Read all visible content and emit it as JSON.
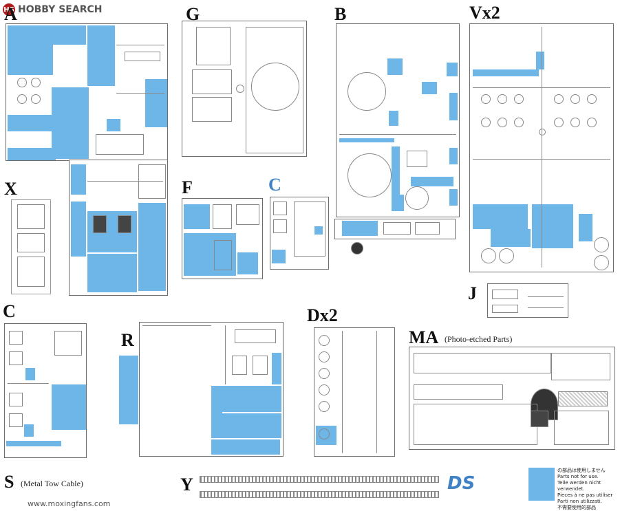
{
  "site": {
    "name": "HOBBY SEARCH",
    "logo_mark": "HS"
  },
  "sprues": {
    "A": "A",
    "X": "X",
    "G": "G",
    "F": "F",
    "C_blue": "C",
    "B": "B",
    "Vx2": "Vx2",
    "J": "J",
    "C": "C",
    "R": "R",
    "Dx2": "Dx2",
    "MA": "MA",
    "MA_sub": "(Photo-etched Parts)",
    "S": "S",
    "S_sub": "(Metal Tow Cable)",
    "Y": "Y"
  },
  "brand": "DS",
  "legend": {
    "lines": [
      "の部品は使用しません",
      "Parts not for use.",
      "Teile werden nicht verwendet.",
      "Pieces à ne pas utiliser",
      "Parti non utilizzati.",
      "不需要使用的部品"
    ],
    "swatch_color": "#6eb6e8"
  },
  "watermark": "www.moxingfans.com"
}
